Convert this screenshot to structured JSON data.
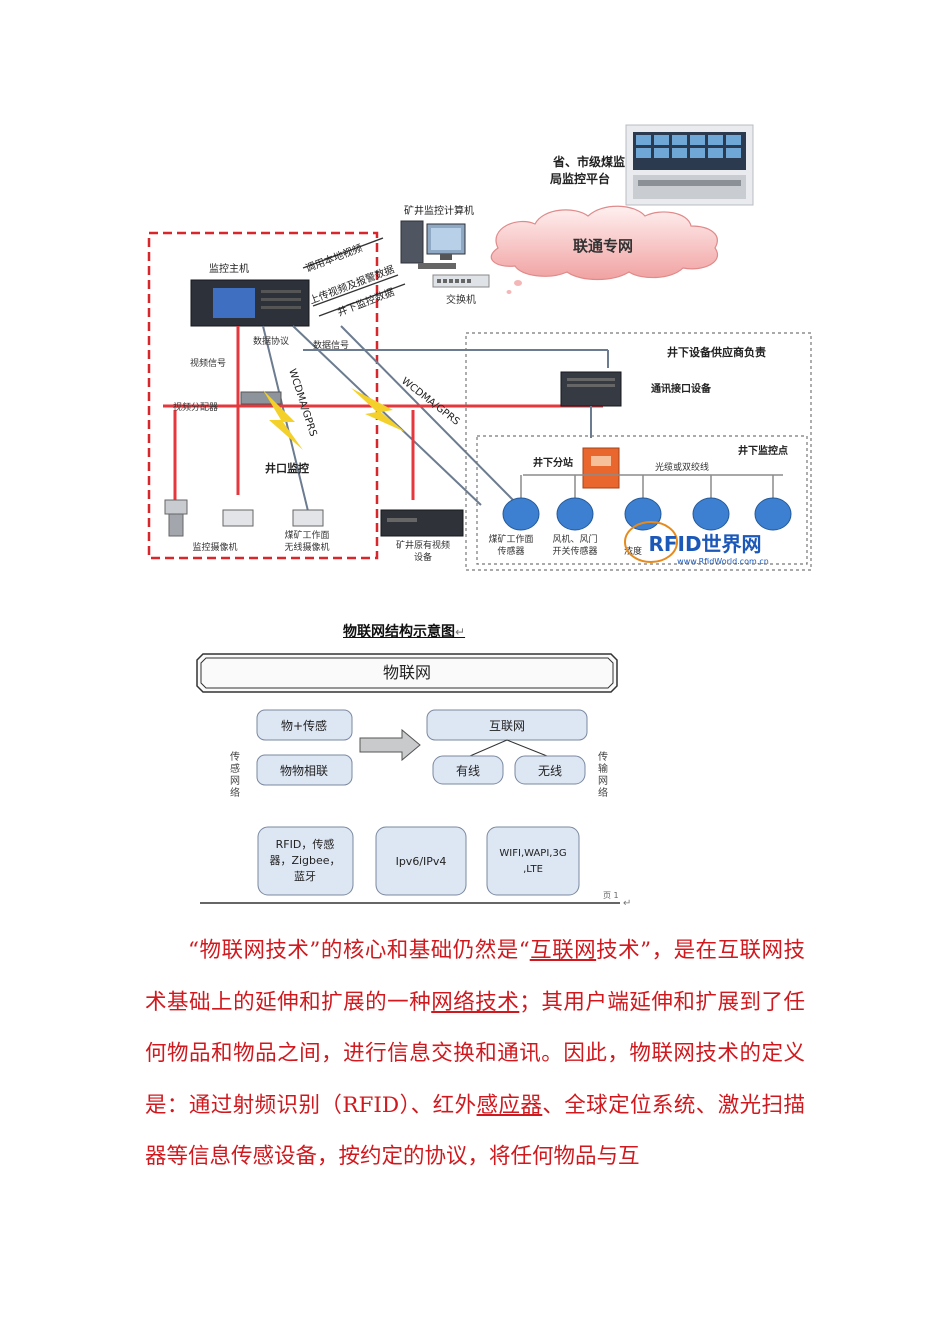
{
  "diagram1": {
    "platform_label_line1": "省、市级煤监",
    "platform_label_line2": "局监控平台",
    "computer_label": "矿井监控计算机",
    "cloud_label": "联通专网",
    "host_label": "监控主机",
    "arrow_labels": [
      "调用本地视频",
      "上传视频及报警数据",
      "井下监控数据"
    ],
    "switch_label": "交换机",
    "data_protocol": "数据协议",
    "data_signal": "数据信号",
    "video_signal": "视频信号",
    "video_distributor": "视频分配器",
    "wireless_1": "WCDMA/GPRS",
    "wireless_2": "WCDMA/GPRS",
    "wellhead": "井口监控",
    "supplier_box": "井下设备供应商负责",
    "comm_device": "通讯接口设备",
    "underground_points": "井下监控点",
    "substation": "井下分站",
    "cable": "光缆或双绞线",
    "camera1": "监控摄像机",
    "camera2_line1": "煤矿工作面",
    "camera2_line2": "无线摄像机",
    "dvr_line1": "矿井原有视频",
    "dvr_line2": "设备",
    "sensor1_line1": "煤矿工作面",
    "sensor1_line2": "传感器",
    "sensor2_line1": "风机、风门",
    "sensor2_line2": "开关传感器",
    "sensor3_line1": "浓度",
    "logo_text": "RFID世界网",
    "logo_url": "www.RfidWorld.com.cn"
  },
  "figure_title": "物联网结构示意图",
  "return_mark": "↵",
  "diagram2": {
    "banner": "物联网",
    "box_things_sense": "物+传感",
    "box_things_link": "物物相联",
    "box_internet": "互联网",
    "box_wired": "有线",
    "box_wireless": "无线",
    "left_vertical": "传感网络",
    "right_vertical": "传输网络",
    "tech1_lines": [
      "RFID，传感",
      "器，Zigbee，",
      "蓝牙"
    ],
    "tech2": "Ipv6/IPv4",
    "tech3_lines": [
      "WIFI,WAPI,3G",
      ",LTE"
    ],
    "footer_mark": "页 1"
  },
  "body": {
    "p1_a": "“物联网技术”的核心和基础仍然是“",
    "p1_link1": "互联网",
    "p1_b": "技术”，是在互联网技术基础上的延伸和扩展的一种",
    "p1_link2": "网络技术",
    "p1_c": "；其用户端延伸和扩展到了任何物品和物品之间，进行信息交换和通讯。因此，物联网技术的定义是：通过射频识别（RFID）、红外",
    "p1_link3": "感应器",
    "p1_d": "、全球定位系统、激光扫描器等信息传感设备，按约定的协议，将任何物品与互"
  },
  "colors": {
    "text_red": "#d0191e",
    "dashed_red": "#d9262b",
    "cloud": "#f6b2b2",
    "blue_device": "#3d7fd0"
  }
}
